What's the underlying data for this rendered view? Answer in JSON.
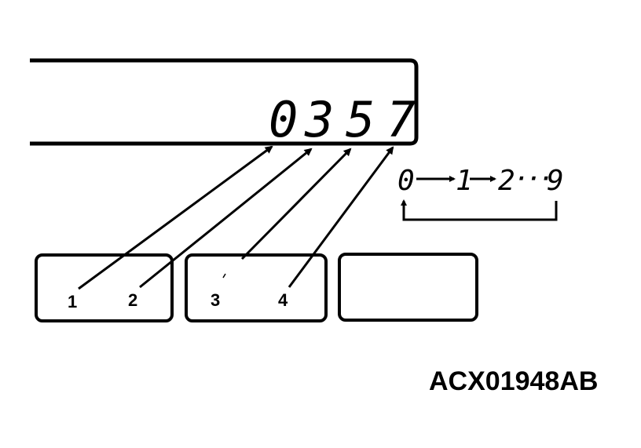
{
  "display": {
    "digits": [
      "0",
      "3",
      "5",
      "7"
    ]
  },
  "sequence": {
    "values": [
      "0",
      "1",
      "2",
      "9"
    ],
    "ellipsis": "···"
  },
  "buttons": [
    {
      "labels": [
        "1",
        "2"
      ]
    },
    {
      "labels": [
        "3",
        "4"
      ]
    },
    {
      "labels": []
    }
  ],
  "figure_code": "ACX01948AB"
}
